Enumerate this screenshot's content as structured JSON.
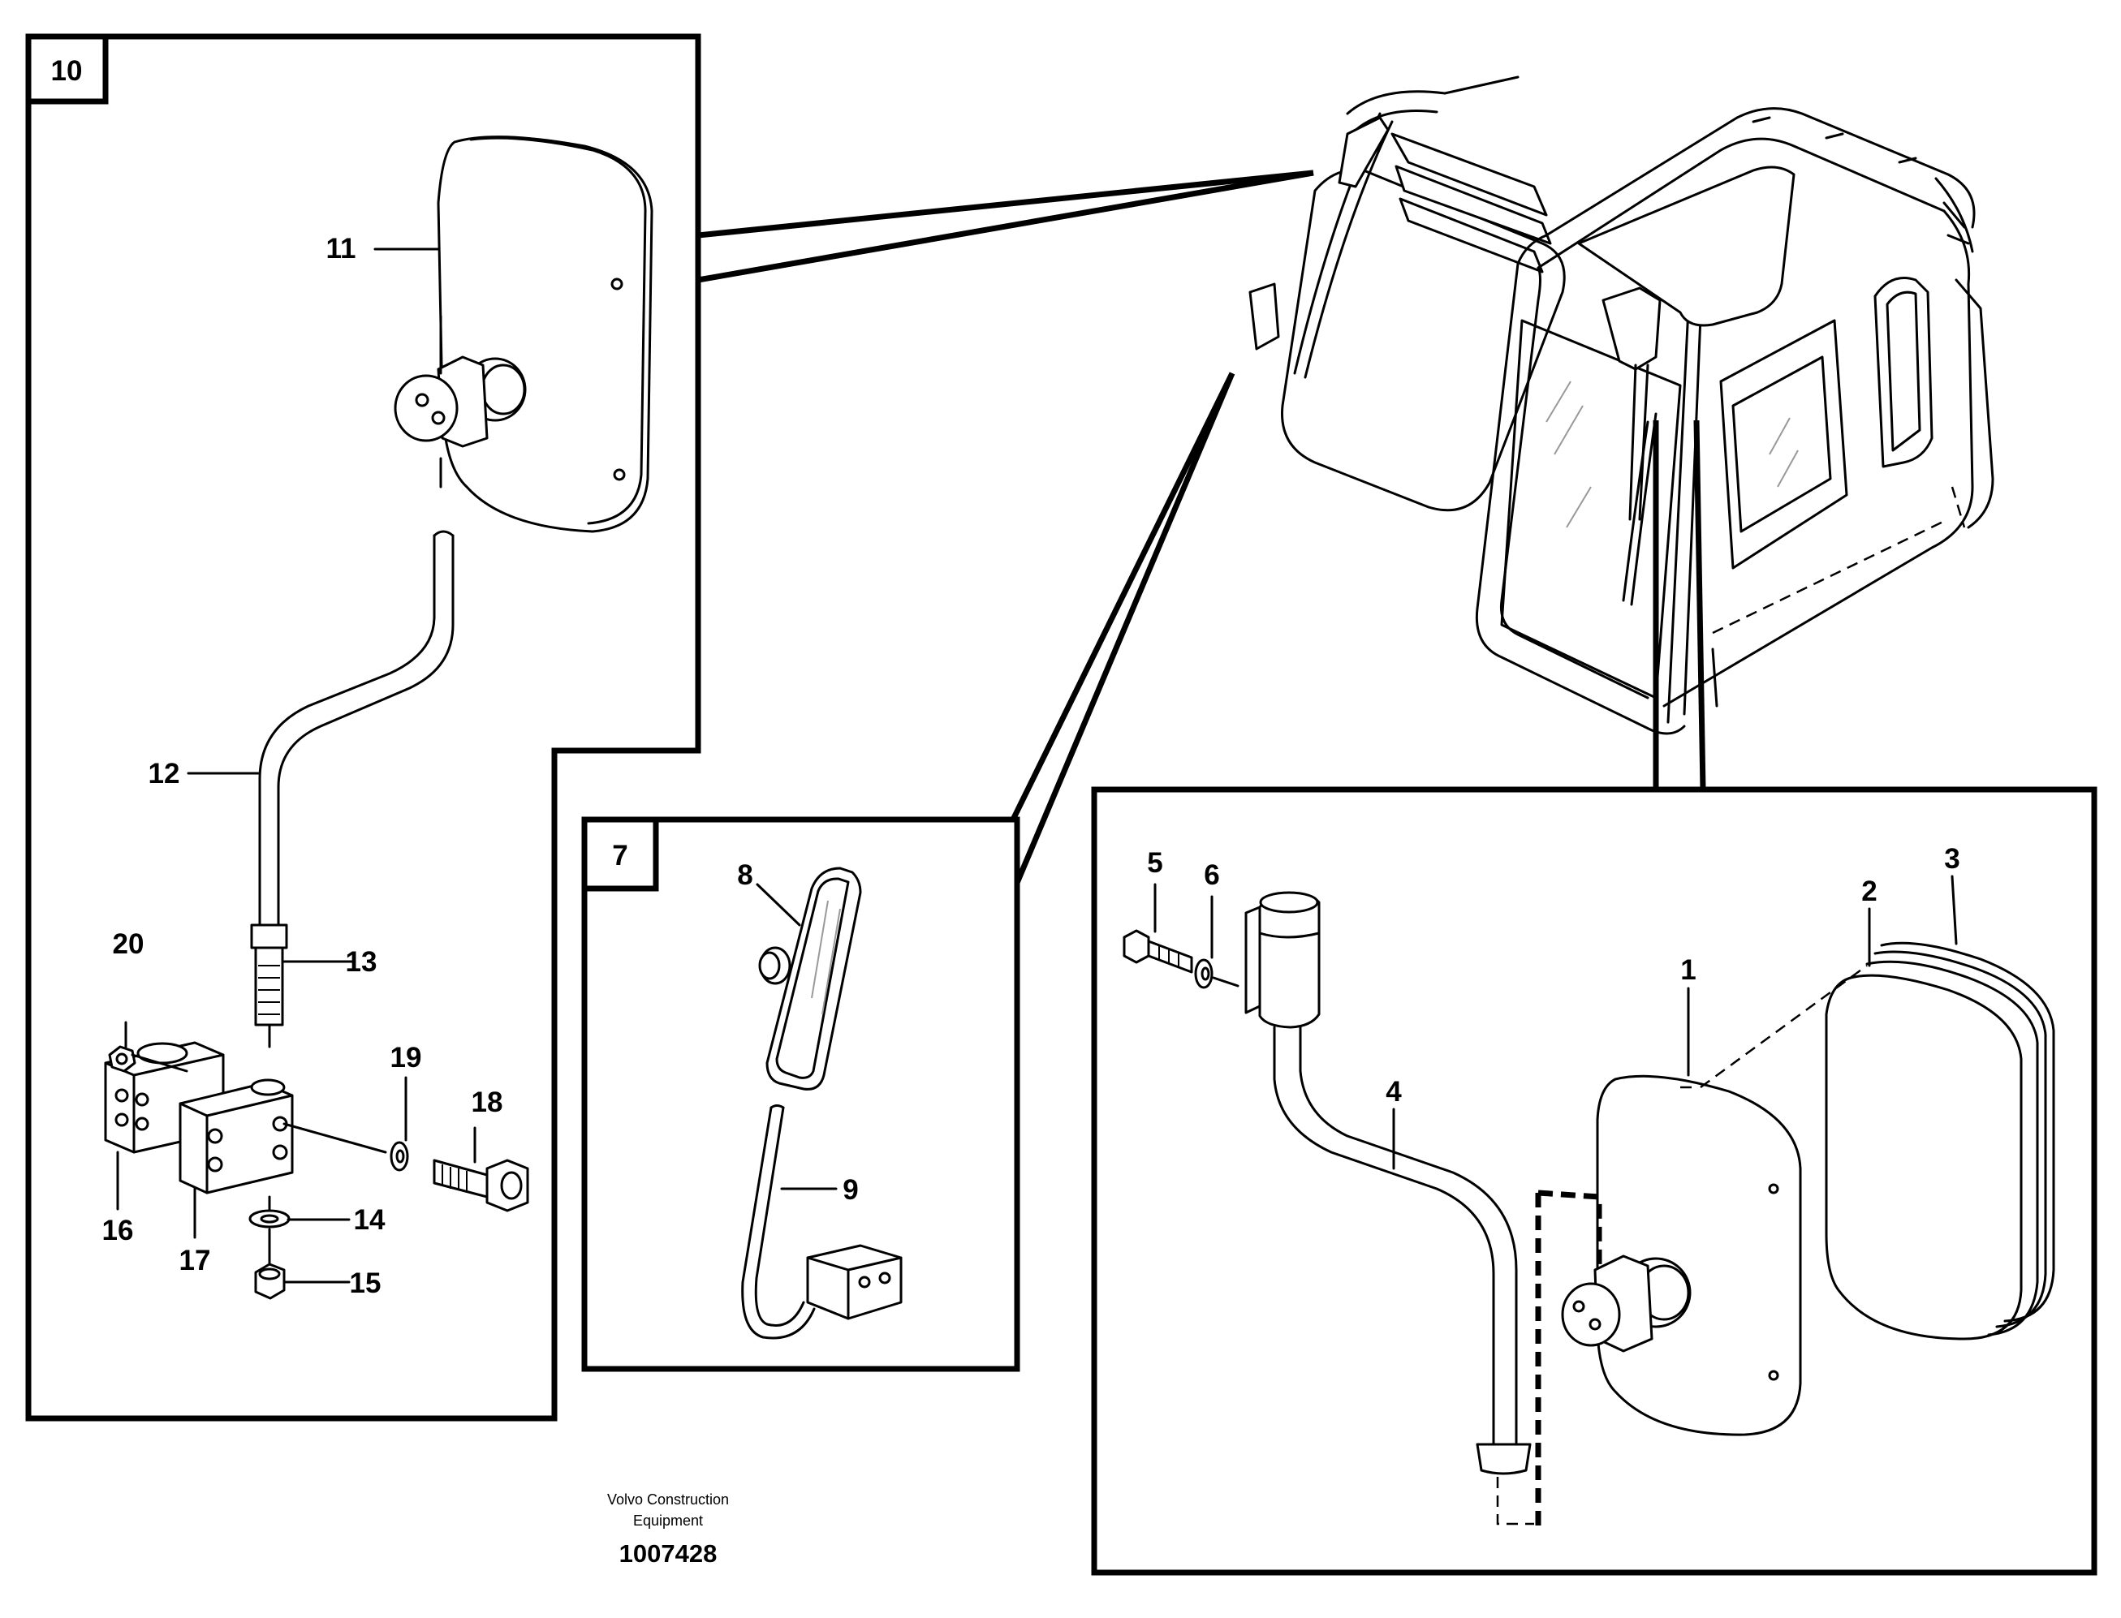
{
  "figure": {
    "caption_line1": "Volvo Construction",
    "caption_line2": "Equipment",
    "reference_number": "1007428"
  },
  "detail_boxes": [
    {
      "id": "10",
      "label": "10"
    },
    {
      "id": "7",
      "label": "7"
    }
  ],
  "part_callouts": [
    {
      "number": "1"
    },
    {
      "number": "2"
    },
    {
      "number": "3"
    },
    {
      "number": "4"
    },
    {
      "number": "5"
    },
    {
      "number": "6"
    },
    {
      "number": "8"
    },
    {
      "number": "9"
    },
    {
      "number": "11"
    },
    {
      "number": "12"
    },
    {
      "number": "13"
    },
    {
      "number": "14"
    },
    {
      "number": "15"
    },
    {
      "number": "16"
    },
    {
      "number": "17"
    },
    {
      "number": "18"
    },
    {
      "number": "19"
    },
    {
      "number": "20"
    }
  ]
}
